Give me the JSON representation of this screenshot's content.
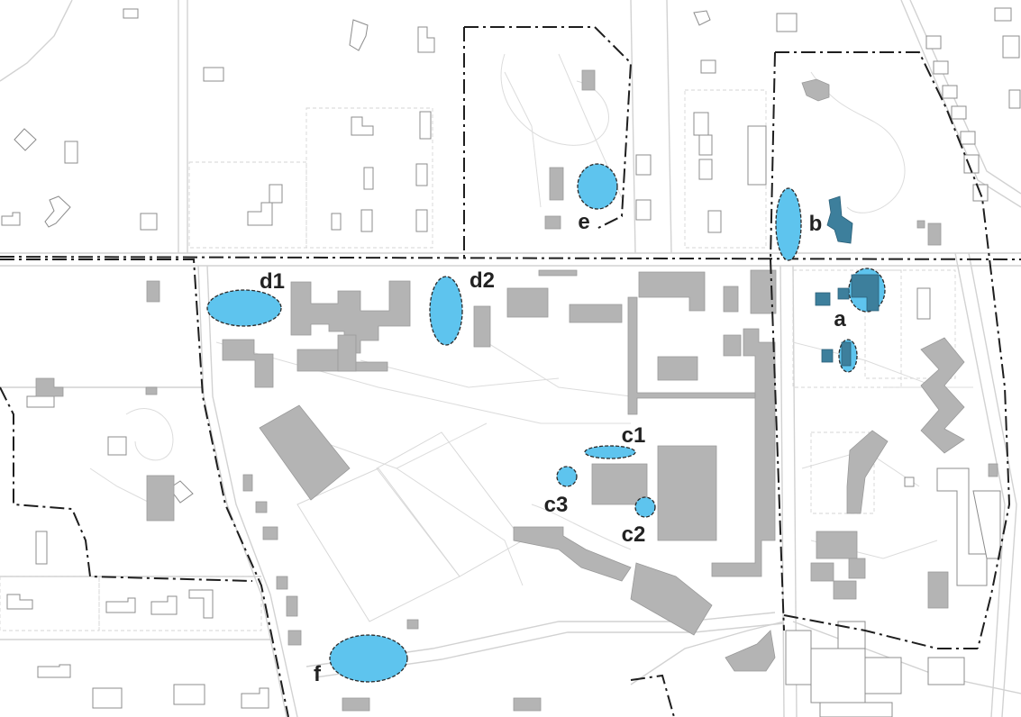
{
  "colors": {
    "background": "#ffffff",
    "building": "#b4b4b4",
    "building_stroke": "#9a9a9a",
    "outline": "#8c8c8c",
    "road": "#d2d2d2",
    "path": "#dcdcdc",
    "boundary": "#1e1e1e",
    "zone_fill": "#5ec4ee",
    "zone_stroke": "#2a2a2a",
    "zone_building": "#3d7f9c",
    "label": "#222222"
  },
  "zones": [
    {
      "label": "a"
    },
    {
      "label": "b"
    },
    {
      "label": "c1"
    },
    {
      "label": "c2"
    },
    {
      "label": "c3"
    },
    {
      "label": "d1"
    },
    {
      "label": "d2"
    },
    {
      "label": "e"
    },
    {
      "label": "f"
    }
  ]
}
